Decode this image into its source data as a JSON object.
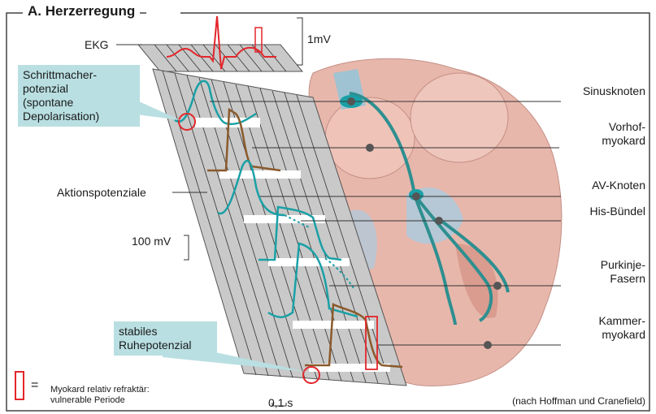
{
  "title": "A. Herzerregung",
  "ekg_label": "EKG",
  "ekg_scale": "1mV",
  "ap_label": "Aktionspotenziale",
  "ap_scale": "100 mV",
  "time_scale": "0,1 s",
  "callout_top": [
    "Schrittmacher-",
    "potenzial",
    "(spontane",
    "Depolarisation)"
  ],
  "callout_bottom": [
    "stabiles",
    "Ruhepotenzial"
  ],
  "right_labels": {
    "sinus": "Sinusknoten",
    "vorhof": [
      "Vorhof-",
      "myokard"
    ],
    "av": "AV-Knoten",
    "his": "His-Bündel",
    "purkinje": [
      "Purkinje-",
      "Fasern"
    ],
    "kammer": [
      "Kammer-",
      "myokard"
    ]
  },
  "legend": {
    "symbol": "=",
    "line1": "Myokard relativ refraktär:",
    "line2": "vulnerable Periode"
  },
  "source": "(nach Hoffman und Cranefield)",
  "colors": {
    "frame": "#444444",
    "ekg_trace": "#e3262b",
    "teal": "#1aa0a6",
    "brown": "#8a5a2b",
    "callout_bg": "#b9dfe2",
    "heart": "#e8b7ab"
  }
}
